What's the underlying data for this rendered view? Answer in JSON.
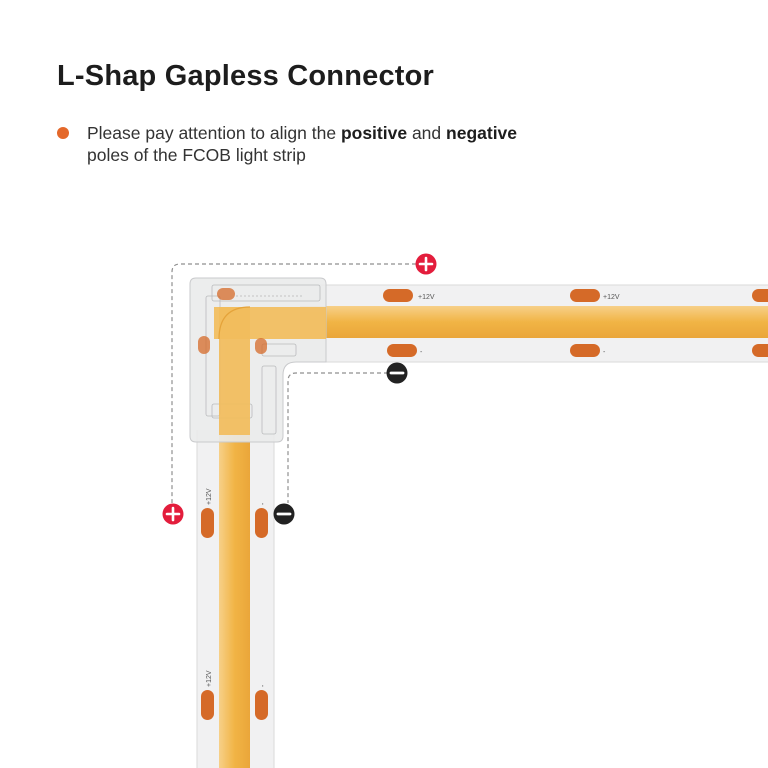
{
  "title": "L-Shap Gapless Connector",
  "note": {
    "part1": "Please pay attention to align the ",
    "positive": "positive",
    "part2": " and ",
    "negative": "negative",
    "line2": "poles of the FCOB light strip"
  },
  "strip_labels": {
    "positive": "+12V",
    "negative": "-"
  },
  "icons": {
    "positive_pole": "plus-circle-icon",
    "negative_pole": "minus-circle-icon"
  },
  "colors": {
    "bullet": "#e4682a",
    "strip_light": "#f0b54a",
    "pad": "#d56a28",
    "positive_marker": "#e31d3c",
    "negative_marker": "#222222",
    "connector": "#e9eaeb"
  }
}
